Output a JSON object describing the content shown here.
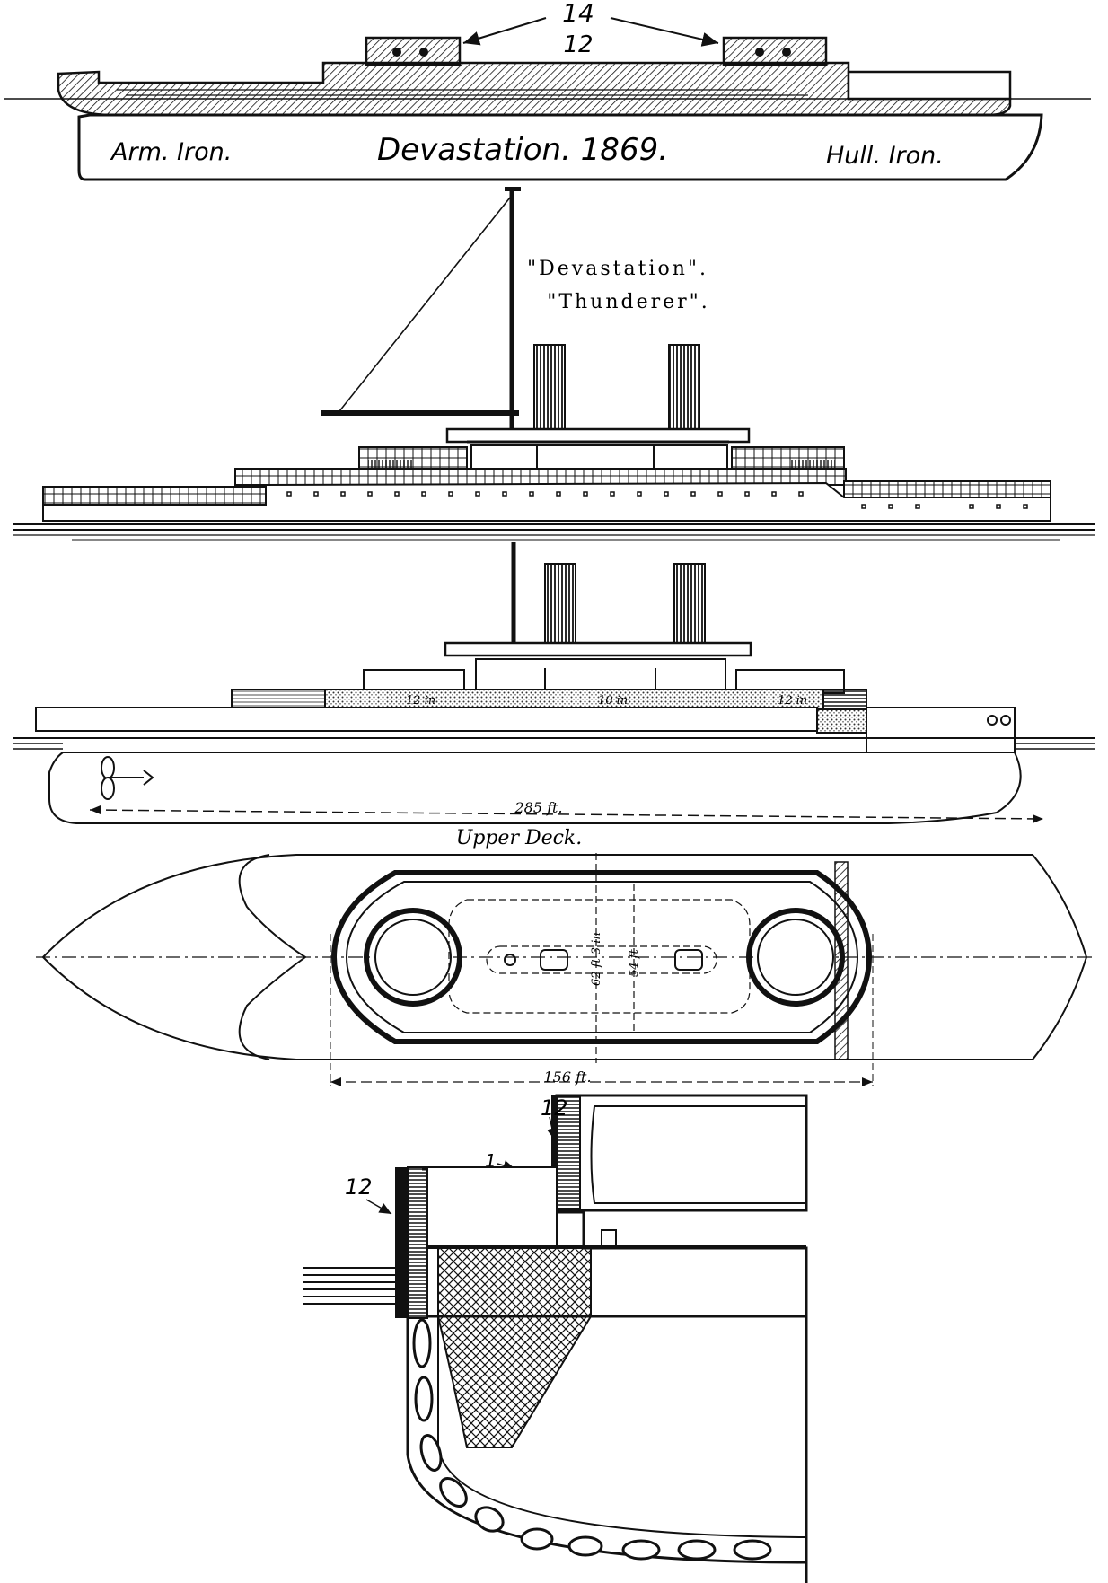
{
  "armour_profile": {
    "thickness_top": "14",
    "thickness_mid": "12",
    "label_left": "Arm. Iron.",
    "label_center": "Devastation. 1869.",
    "label_right": "Hull. Iron."
  },
  "elevation": {
    "names": [
      "\"Devastation\".",
      "\"Thunderer\"."
    ]
  },
  "profile": {
    "armour_fore": "12 in",
    "armour_mid": "10 in",
    "armour_aft": "12 in",
    "length": "285 ft."
  },
  "upper_deck": {
    "title": "Upper Deck.",
    "width_outer": "62 ft 3 in",
    "width_inner": "54 ft",
    "length_breastwork": "156 ft."
  },
  "section": {
    "armour_upper": "12",
    "armour_lower": "12",
    "deck_plating": "1"
  },
  "colors": {
    "ink": "#111111",
    "paper": "#ffffff"
  }
}
